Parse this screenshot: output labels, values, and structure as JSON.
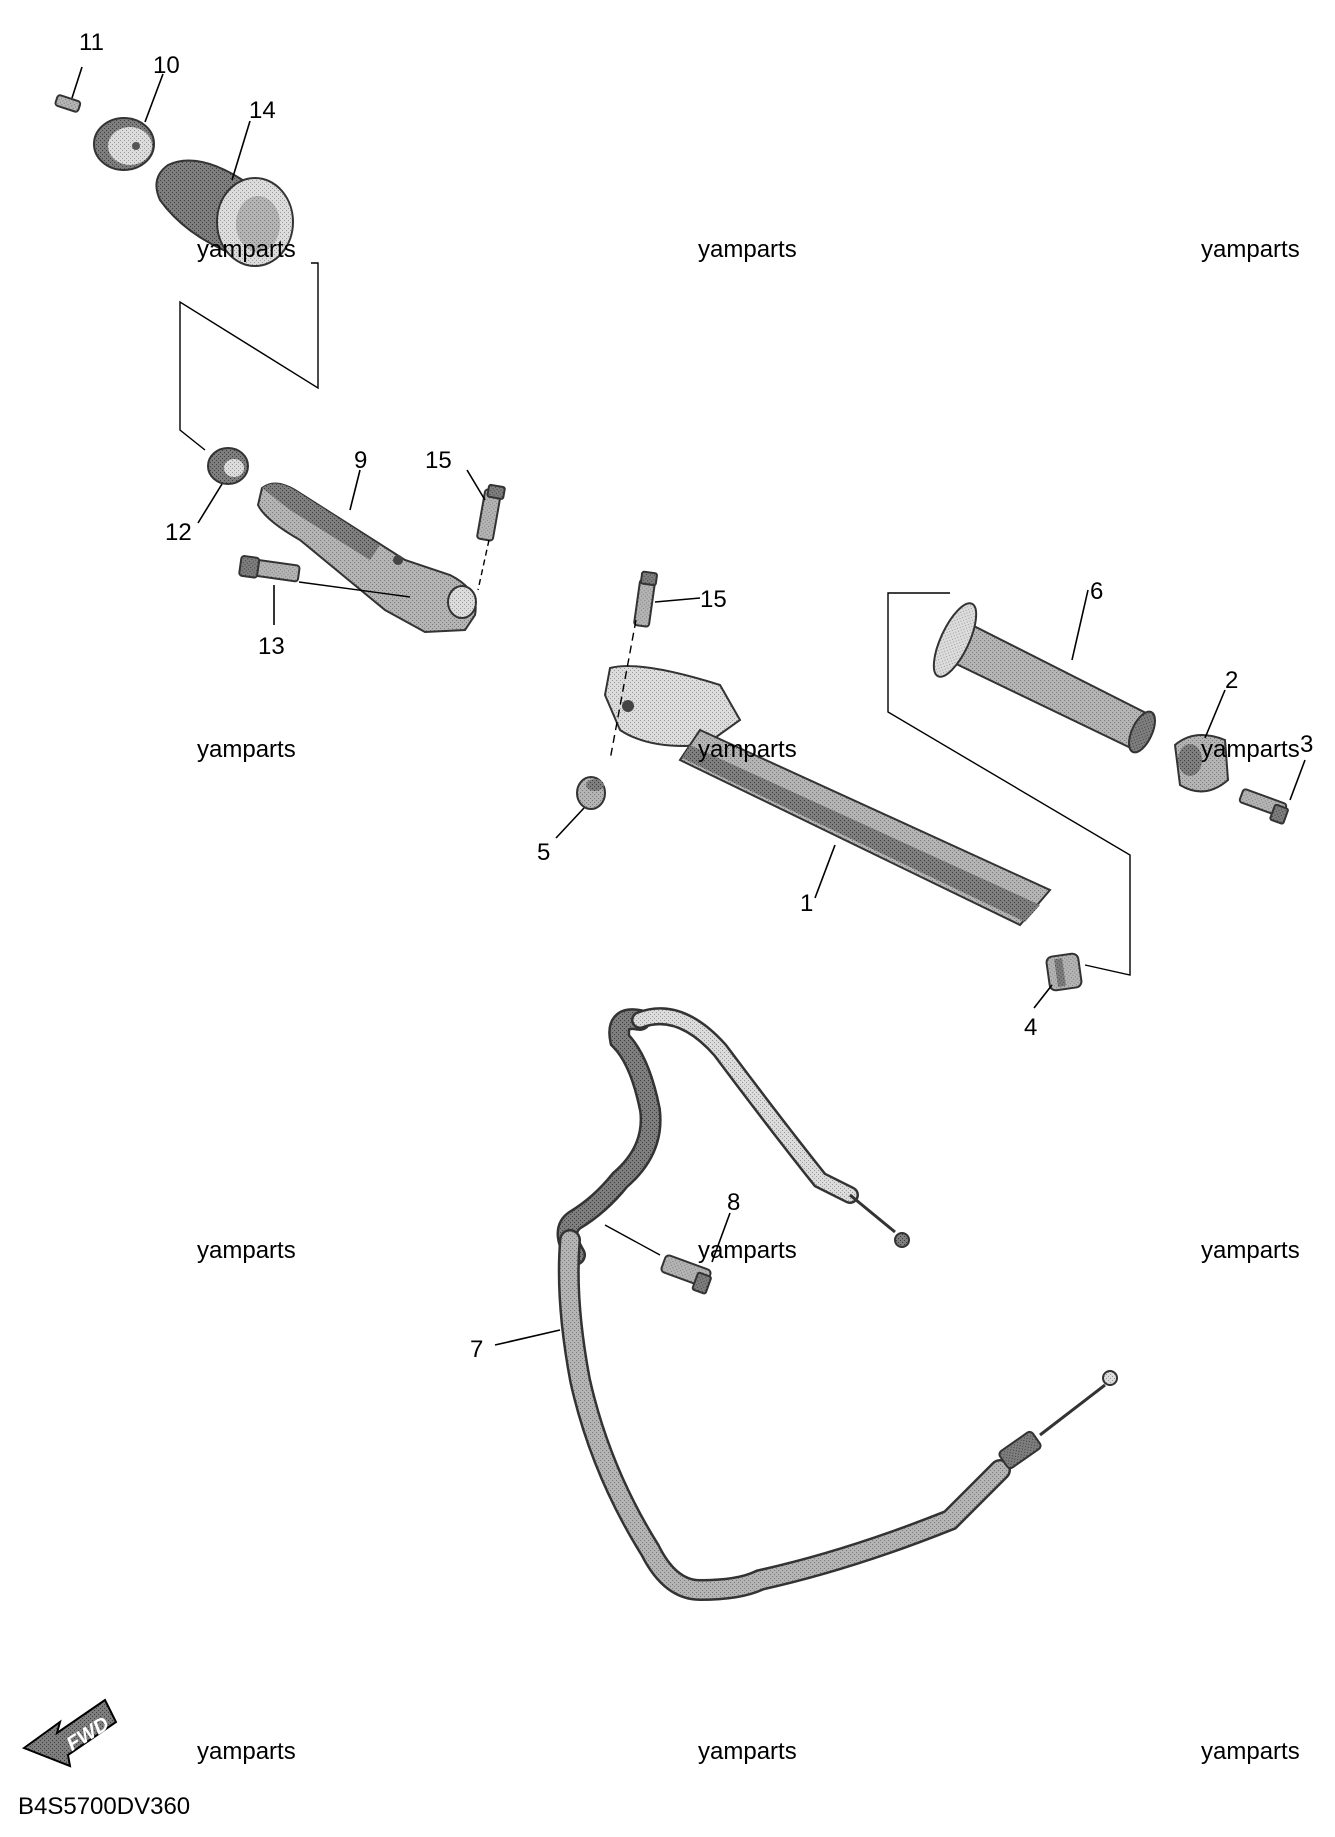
{
  "diagram": {
    "callouts": {
      "c1": "1",
      "c2": "2",
      "c3": "3",
      "c4": "4",
      "c5": "5",
      "c6": "6",
      "c7": "7",
      "c8": "8",
      "c9": "9",
      "c10": "10",
      "c11": "11",
      "c12": "12",
      "c13": "13",
      "c14": "14",
      "c15a": "15",
      "c15b": "15"
    },
    "watermark": "yamparts",
    "fwd_label": "FWD",
    "diagram_code": "B4S5700DV360",
    "colors": {
      "part_fill": "#a6a6a6",
      "part_dark": "#6f6f6f",
      "part_light": "#d2d2d2",
      "line": "#000000"
    }
  }
}
